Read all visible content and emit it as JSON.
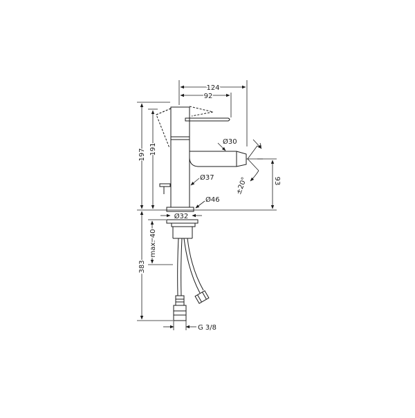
{
  "dimensions": {
    "width_124": "124",
    "width_92": "92",
    "height_197": "197",
    "height_191": "191",
    "diameter_30": "Ø30",
    "angle_20": "±20°",
    "height_93": "93",
    "diameter_37": "Ø37",
    "diameter_46": "Ø46",
    "diameter_32": "Ø32",
    "max_40": "max. 40",
    "length_383": "383",
    "thread_g38": "G 3/8"
  },
  "colors": {
    "line": "#1a1a1a",
    "background": "#ffffff"
  }
}
